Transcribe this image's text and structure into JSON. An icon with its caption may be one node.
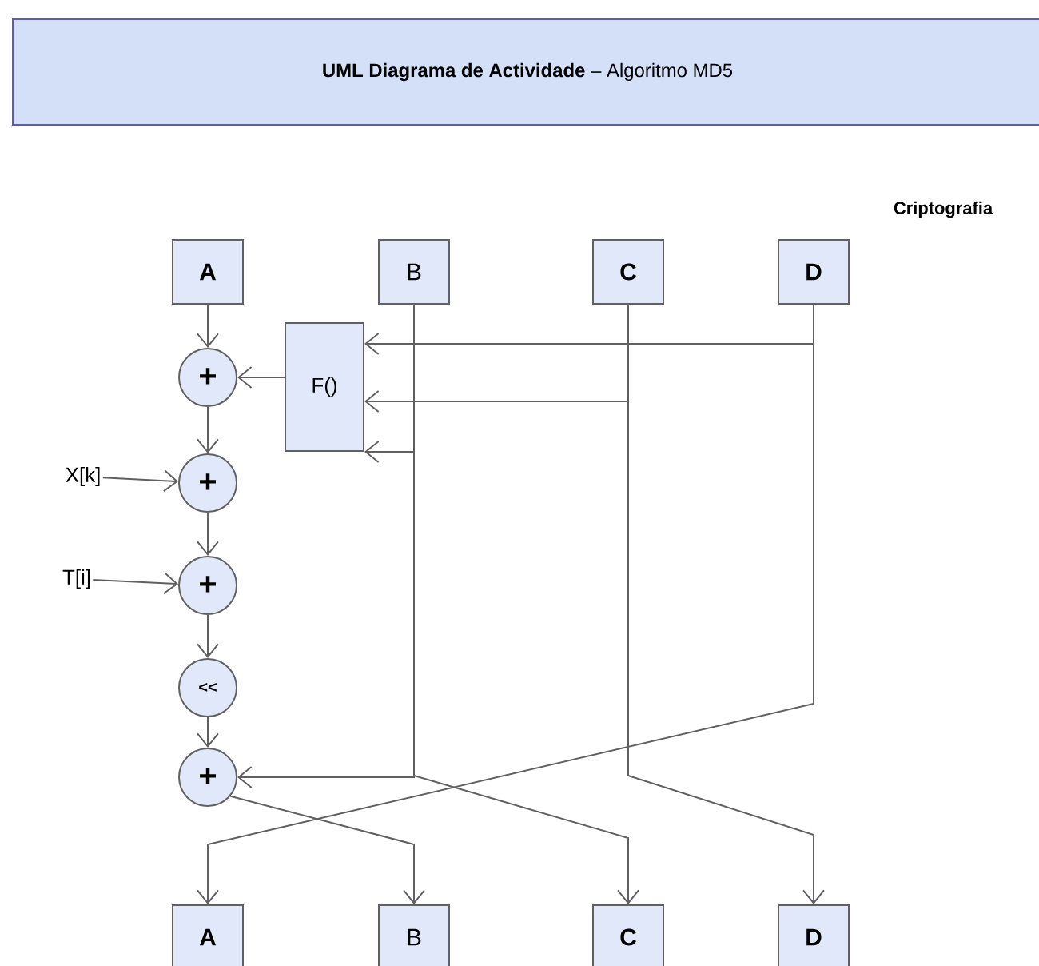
{
  "diagram": {
    "title": "**UML Diagrama de Actividade** – Algoritmo MD5",
    "nodes": [
      {
        "text": [
          "A"
        ]
      },
      {
        "text": [
          "B"
        ]
      },
      {
        "text": [
          "C"
        ]
      },
      {
        "text": [
          "D"
        ]
      },
      {
        "text": [
          "+"
        ]
      },
      {
        "text": [
          "F()"
        ]
      },
      {
        "text": [
          "+"
        ]
      },
      {
        "text": [
          "+"
        ]
      },
      {
        "text": [
          "<<"
        ]
      },
      {
        "text": [
          "+"
        ]
      },
      {
        "text": [
          "X[k]"
        ]
      },
      {
        "text": [
          "T[i]"
        ]
      },
      {
        "text": [
          "A"
        ]
      },
      {
        "text": [
          "B"
        ]
      },
      {
        "text": [
          "C"
        ]
      },
      {
        "text": [
          "D"
        ]
      }
    ],
    "edges": [
      {
        "from": 0,
        "to": 4,
        "arrow": "to"
      },
      {
        "from": 5,
        "to": 4,
        "arrow": "to"
      },
      {
        "from": 3,
        "to": 5,
        "arrow": "to"
      },
      {
        "from": 2,
        "to": 5,
        "arrow": "to"
      },
      {
        "from": 1,
        "to": 5,
        "arrow": "to"
      },
      {
        "from": 4,
        "to": 6,
        "arrow": "to"
      },
      {
        "from": 10,
        "to": 6,
        "arrow": "to"
      },
      {
        "from": 6,
        "to": 7,
        "arrow": "to"
      },
      {
        "from": 11,
        "to": 7,
        "arrow": "to"
      },
      {
        "from": 7,
        "to": 8,
        "arrow": "to"
      },
      {
        "from": 8,
        "to": 9,
        "arrow": "to"
      },
      {
        "from": 1,
        "to": 9,
        "arrow": "to"
      },
      {
        "from": 9,
        "to": 13,
        "arrow": "to"
      },
      {
        "from": 3,
        "to": 12,
        "arrow": "to"
      },
      {
        "from": 1,
        "to": 14,
        "arrow": "to"
      },
      {
        "from": 2,
        "to": 15,
        "arrow": "to"
      }
    ],
    "labels": [
      "Criptografia"
    ]
  }
}
